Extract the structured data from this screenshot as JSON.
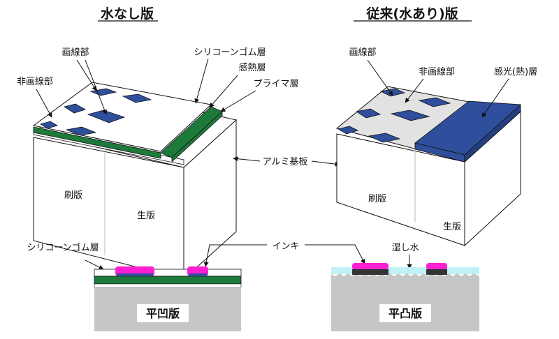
{
  "titles": {
    "waterless": "水なし版",
    "conventional": "従来(水あり)版"
  },
  "waterless": {
    "image_area": "画線部",
    "silicone_layer": "シリコーンゴム層",
    "heat_sensitive_layer": "感熱層",
    "non_image_area": "非画線部",
    "primer_layer": "プライマ層",
    "printed_plate": "刷版",
    "raw_plate": "生版"
  },
  "shared": {
    "aluminum_substrate": "アルミ基板",
    "ink": "インキ"
  },
  "conventional": {
    "image_area": "画線部",
    "non_image_area": "非画線部",
    "photosensitive_layer": "感光(熱)層",
    "printed_plate": "刷版",
    "raw_plate": "生版"
  },
  "cross_sections": {
    "silicone_layer": "シリコーンゴム層",
    "dampening_water": "湿し水",
    "planographic_recessed": "平凹版",
    "planographic_raised": "平凸版"
  },
  "colors": {
    "image_blue": "#2f4f9c",
    "primer_green": "#1e7a3a",
    "ink_magenta": "#ff1fd2",
    "water_cyan": "#bff1f6",
    "substrate_gray": "#c6c6c6"
  }
}
